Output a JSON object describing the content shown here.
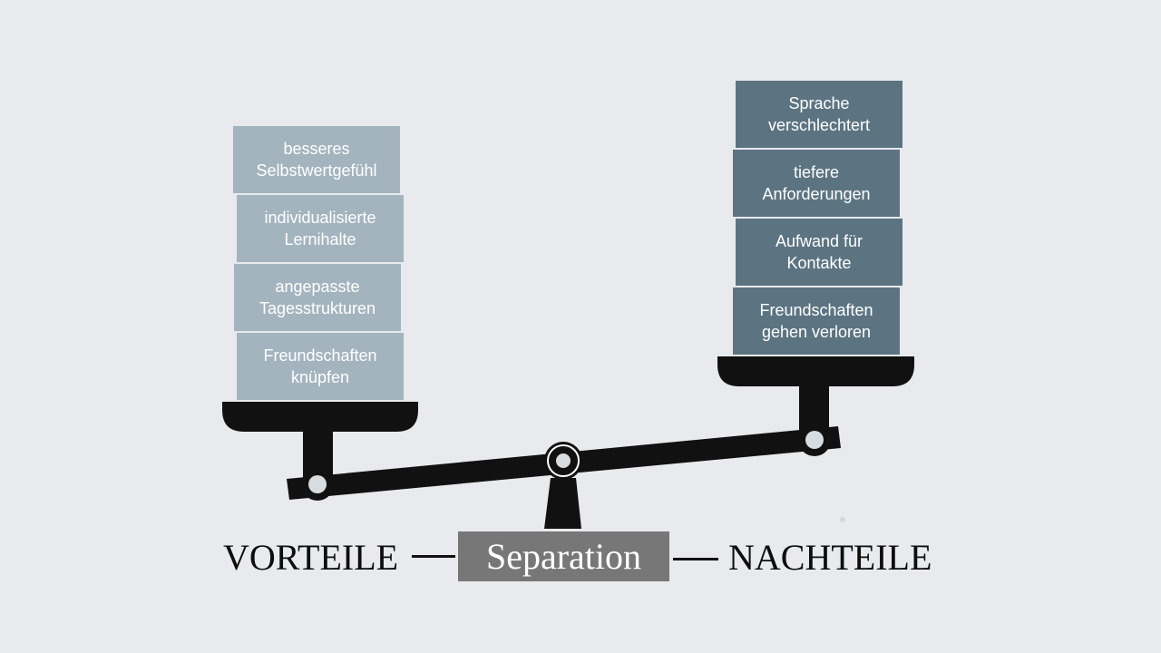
{
  "left_label": "VORTEILE",
  "right_label": "NACHTEILE",
  "center_label": "Separation",
  "colors": {
    "background": "#e8eaed",
    "pro_box": "#a3b4bf",
    "con_box": "#5c7482",
    "scale": "#111111",
    "center_box": "#777777"
  },
  "pro_items": [
    "besseres\nSelbstwertgefühl",
    "individualisierte\nLernihalte",
    "angepasste\nTagesstrukturen",
    "Freundschaften\nknüpfen"
  ],
  "con_items": [
    "Sprache\nverschlechtert",
    "tiefere\nAnforderungen",
    "Aufwand für\nKontakte",
    "Freundschaften\ngehen verloren"
  ]
}
